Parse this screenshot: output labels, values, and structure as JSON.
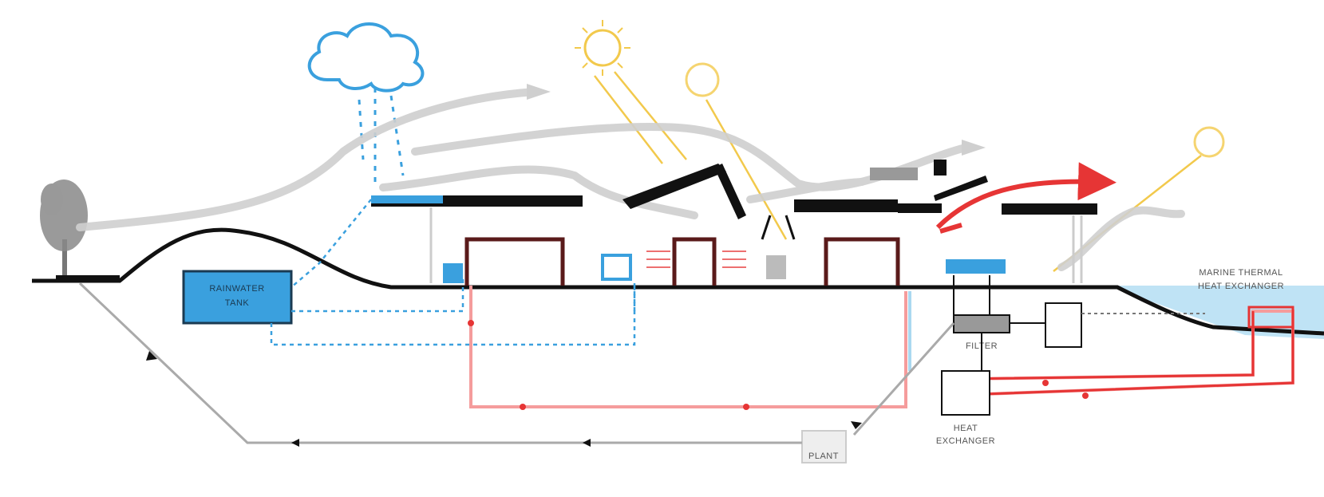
{
  "labels": {
    "rainwater_tank_line1": "RAINWATER",
    "rainwater_tank_line2": "TANK",
    "marine_hx_line1": "MARINE THERMAL",
    "marine_hx_line2": "HEAT EXCHANGER",
    "filter": "FILTER",
    "heat_exchanger_line1": "HEAT",
    "heat_exchanger_line2": "EXCHANGER",
    "plant": "PLANT"
  },
  "colors": {
    "rain": "#3aa0de",
    "sun": "#f2c94c",
    "heat": "#e63535",
    "wind": "#c8c8c8",
    "structure": "#111111",
    "sea": "#bfe3f5",
    "pipe_dark": "#5a1a1a"
  },
  "icons": [
    "cloud-icon",
    "sun-icon",
    "tree-icon",
    "photovoltaic-icon"
  ]
}
